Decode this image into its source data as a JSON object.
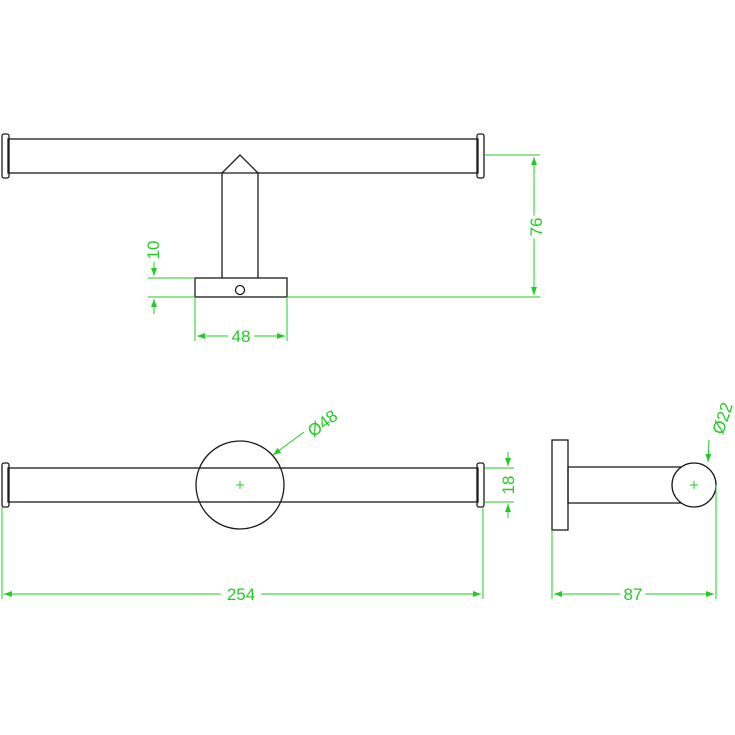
{
  "dimensions": {
    "height_76": "76",
    "base_height_10": "10",
    "base_width_48": "48",
    "base_diameter_48": "Ø48",
    "bar_thickness_18": "18",
    "total_length_254": "254",
    "projection_87": "87",
    "bar_diameter_22": "Ø22"
  },
  "colors": {
    "object_lines": "#1a1a1a",
    "dimension_lines": "#22cc22",
    "background": "#ffffff"
  }
}
